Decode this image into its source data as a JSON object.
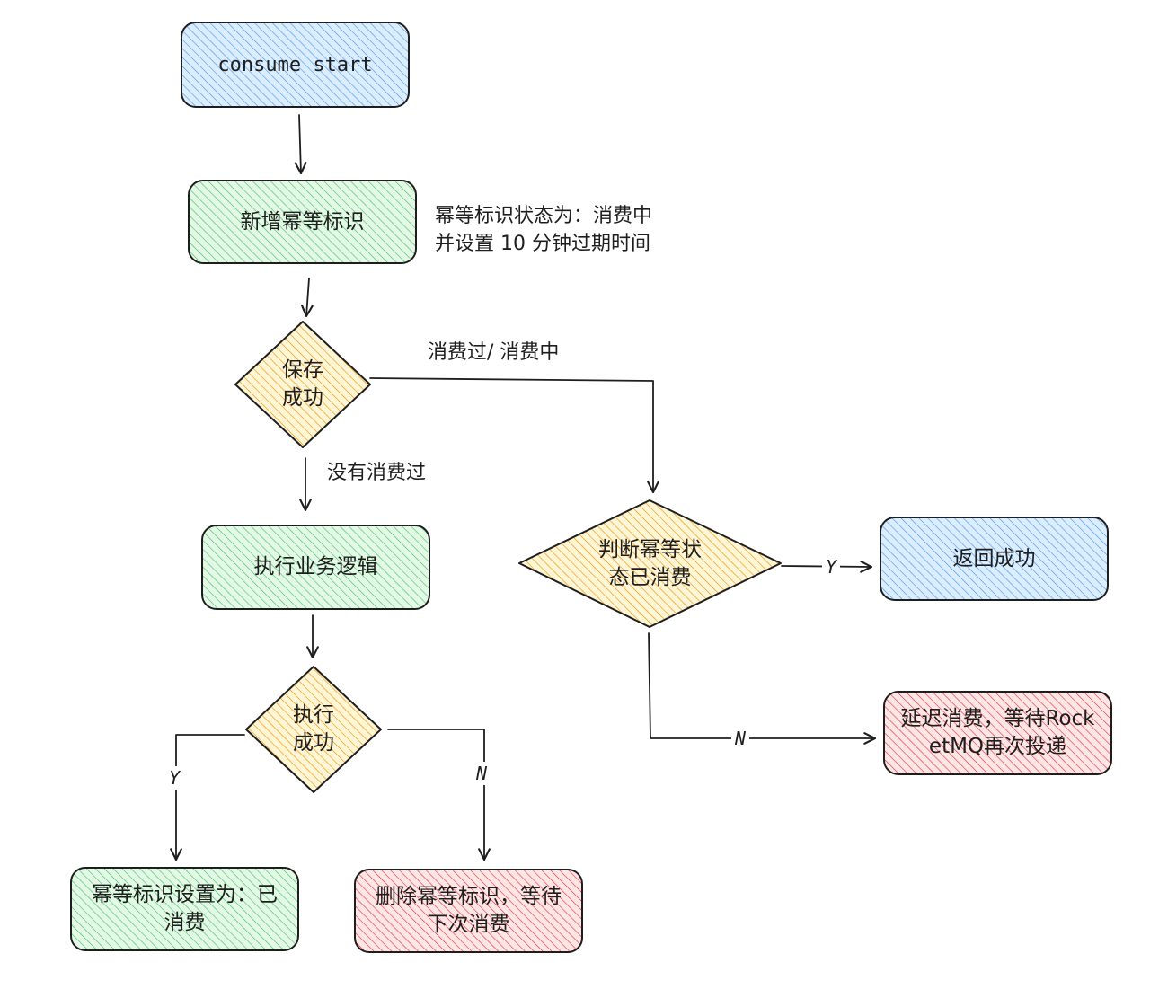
{
  "colors": {
    "blue": "#a5d8ff",
    "green": "#b2f2bb",
    "yellow": "#ffec99",
    "red": "#ffc9c9",
    "stroke": "#1e1e1e"
  },
  "nodes": {
    "start": "consume start",
    "add_key": "新增幂等标识",
    "save_ok": "保存\n成功",
    "execute": "执行业务逻辑",
    "exec_ok": "执行\n成功",
    "set_consumed": "幂等标识设置为：已\n消费",
    "delete_key": "删除幂等标识，等待\n下次消费",
    "check_status": "判断幂等状\n态已消费",
    "return_success": "返回成功",
    "delay_consume": "延迟消费，等待Rock\netMQ再次投递"
  },
  "notes": {
    "add_key_note": "幂等标识状态为：消费中\n并设置 10 分钟过期时间"
  },
  "edge_labels": {
    "consumed_or_consuming": "消费过/ 消费中",
    "not_consumed": "没有消费过",
    "yes": "Y",
    "no": "N"
  }
}
